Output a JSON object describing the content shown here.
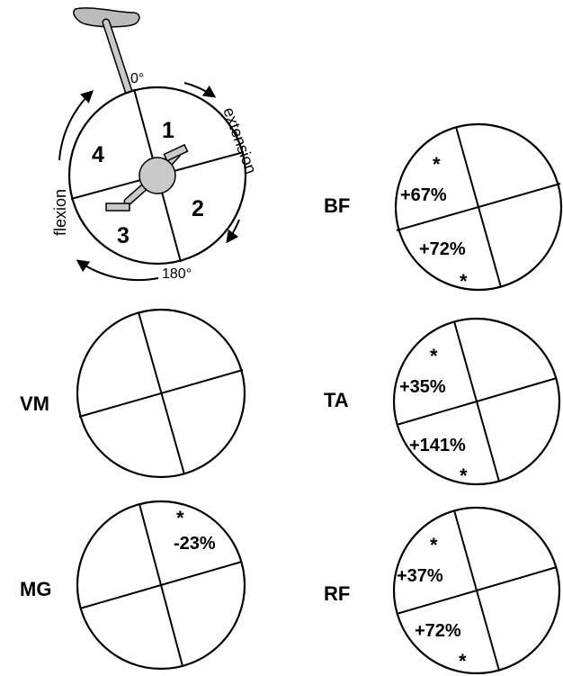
{
  "legend_diagram": {
    "top_angle": "0°",
    "bottom_angle": "180°",
    "right_label": "extension",
    "left_label": "flexion",
    "quadrants": [
      "1",
      "2",
      "3",
      "4"
    ]
  },
  "muscles": [
    {
      "id": "vm",
      "name": "VM",
      "q1": "",
      "q1_star": "",
      "q2": "",
      "q2_star": "",
      "q4": "",
      "q4_star": "",
      "q3": "",
      "q3_star": ""
    },
    {
      "id": "mg",
      "name": "MG",
      "q1": "-23%",
      "q1_star": "*",
      "q2": "",
      "q2_star": "",
      "q4": "",
      "q4_star": "",
      "q3": "",
      "q3_star": ""
    },
    {
      "id": "bf",
      "name": "BF",
      "q4": "+67%",
      "q4_star": "*",
      "q3": "+72%",
      "q3_star": "*",
      "q1": "",
      "q1_star": "",
      "q2": "",
      "q2_star": ""
    },
    {
      "id": "ta",
      "name": "TA",
      "q4": "+35%",
      "q4_star": "*",
      "q3": "+141%",
      "q3_star": "*",
      "q1": "",
      "q1_star": "",
      "q2": "",
      "q2_star": ""
    },
    {
      "id": "rf",
      "name": "RF",
      "q4": "+37%",
      "q4_star": "*",
      "q3": "+72%",
      "q3_star": "*",
      "q1": "",
      "q1_star": "",
      "q2": "",
      "q2_star": ""
    }
  ]
}
